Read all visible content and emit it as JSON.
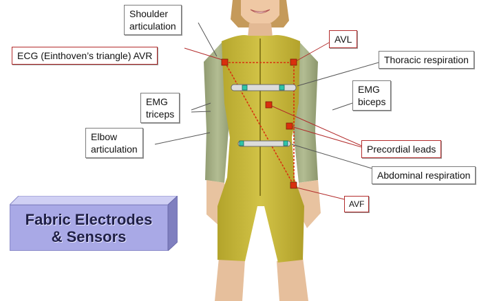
{
  "title": {
    "line1": "Fabric Electrodes",
    "line2": "& Sensors"
  },
  "labels": {
    "shoulder_line1": "Shoulder",
    "shoulder_line2": "articulation",
    "avr": "ECG (Einthoven’s triangle) AVR",
    "avl": "AVL",
    "thoracic": "Thoracic respiration",
    "emg_triceps_line1": "EMG",
    "emg_triceps_line2": "triceps",
    "emg_biceps_line1": "EMG",
    "emg_biceps_line2": "biceps",
    "elbow_line1": "Elbow",
    "elbow_line2": "articulation",
    "precordial": "Precordial leads",
    "abdominal": "Abdominal respiration",
    "avf": "AVF"
  },
  "colors": {
    "suit": "#c9b93a",
    "sleeve": "#a9b48a",
    "electrode": "#d8300e",
    "sensor_band": "#dcdcdc",
    "sensor_tip": "#2fc4a8",
    "red_leader": "#b22a2a",
    "gray_leader": "#555555",
    "title_face": "#a9a9e6"
  }
}
